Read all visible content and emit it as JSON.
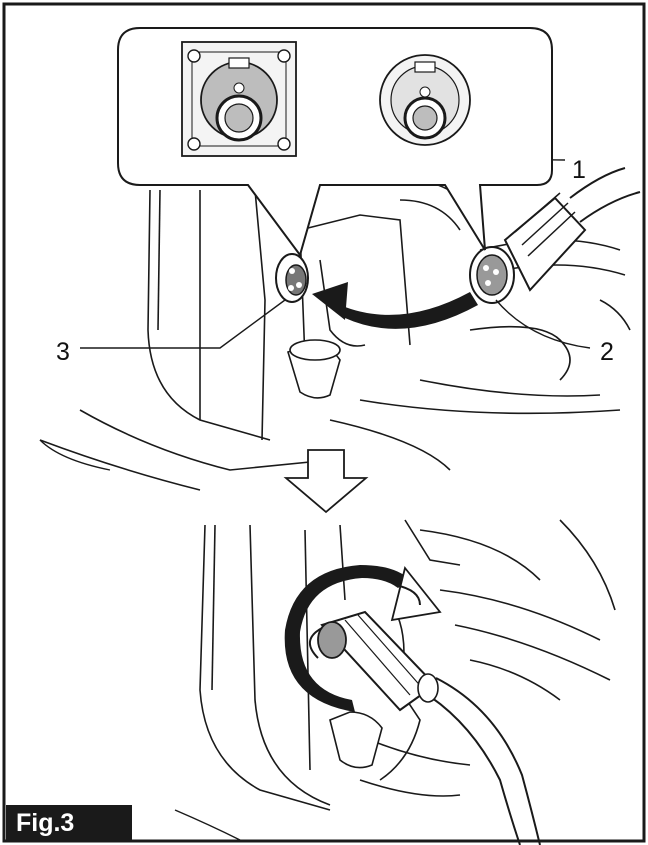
{
  "figure": {
    "label": "Fig.3",
    "callouts": {
      "one": "1",
      "two": "2",
      "three": "3"
    }
  },
  "colors": {
    "line": "#1a1a1a",
    "shade": "#bdbdbd",
    "label_bg": "#1a1a1a",
    "label_text": "#ffffff"
  },
  "icons": [
    "socket-connector-icon",
    "plug-connector-icon",
    "insert-arrow-icon",
    "down-arrow-icon",
    "rotate-arrow-icon"
  ]
}
